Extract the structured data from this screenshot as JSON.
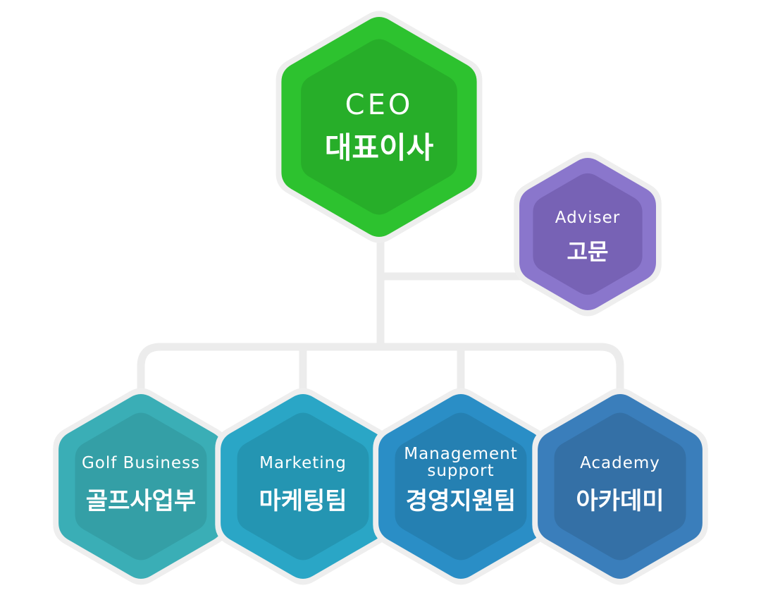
{
  "org": {
    "ceo": {
      "en": "CEO",
      "ko": "대표이사",
      "outer": "#2dc22f",
      "inner": "#27ae29"
    },
    "adviser": {
      "en": "Adviser",
      "ko": "고문",
      "outer": "#8a76cc",
      "inner": "#7762b5"
    },
    "teams": [
      {
        "en": "Golf Business",
        "ko": "골프사업부",
        "outer": "#3aaeb6",
        "inner": "#349fa6"
      },
      {
        "en": "Marketing",
        "ko": "마케팅팀",
        "outer": "#2aa6c6",
        "inner": "#2495b2"
      },
      {
        "en": "Management support",
        "en_lines": [
          "Management",
          "support"
        ],
        "ko": "경영지원팀",
        "outer": "#2a8ec6",
        "inner": "#2580b2"
      },
      {
        "en": "Academy",
        "ko": "아카데미",
        "outer": "#3a7ebb",
        "inner": "#3470a6"
      }
    ]
  },
  "connector_color": "#ececec"
}
